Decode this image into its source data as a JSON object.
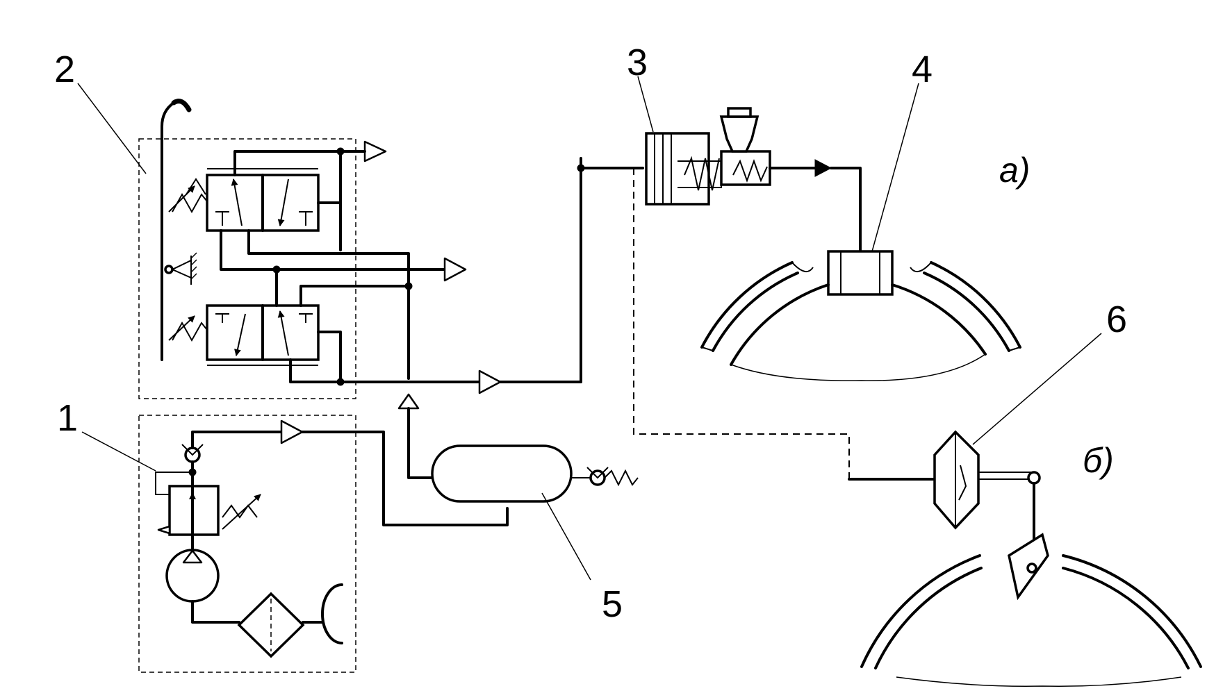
{
  "labels": {
    "compressor_unit": "1",
    "brake_valve": "2",
    "brake_chamber": "3",
    "cylinder": "4",
    "receiver": "5",
    "diaphragm_chamber": "6",
    "variant_a": "а)",
    "variant_b": "б)"
  },
  "colors": {
    "line": "#000000",
    "background": "#ffffff"
  }
}
